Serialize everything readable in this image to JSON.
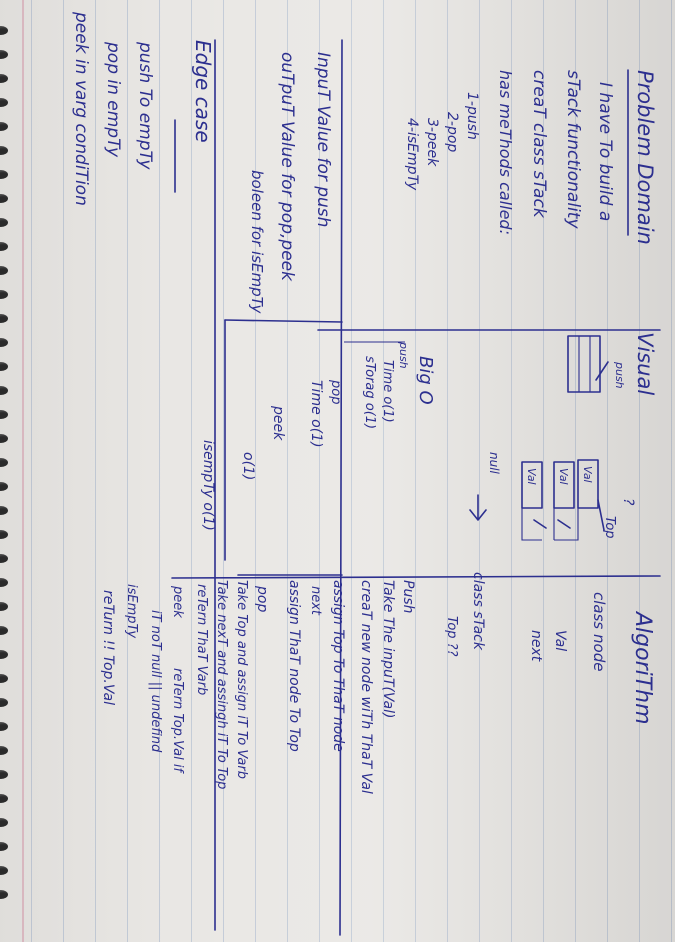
{
  "page": {
    "problem": {
      "title": "Problem Domain",
      "lines": [
        "I have To build a",
        "sTack functionality",
        "creaT class sTack",
        "has meThods called:",
        "1-push",
        "2-pop",
        "3-peek",
        "4-isEmpTy"
      ]
    },
    "io": {
      "input": "InpuT  Value for push",
      "output": "ouTpuT   Value for pop,peek",
      "output2": "boleen for isEmpTy"
    },
    "edge": {
      "title": "Edge case",
      "lines": [
        "push To empTy",
        "pop in empTy",
        "peek in varg condiTion"
      ]
    },
    "visual": {
      "title": "Visual",
      "push_label": "push",
      "node_labels": [
        "Val",
        "Val",
        "Val"
      ],
      "top_label": "Top",
      "question": "?",
      "null_label": "null",
      "bigo_title": "Big O",
      "bigo_push": [
        "push",
        "Time  o(1)",
        "sTorag  o(1)"
      ],
      "bigo_pop": [
        "pop",
        "Time o(1)"
      ],
      "bigo_peek": [
        "peek",
        "o(1)"
      ],
      "bigo_isempty": [
        "isempTy o(1)"
      ]
    },
    "algorithm": {
      "title": "AlgoriThm",
      "class_node": "class node",
      "node_fields": [
        "Val",
        "next"
      ],
      "class_stack": "class sTack",
      "stack_fields": [
        "Top ??"
      ],
      "push_title": "Push",
      "push_lines": [
        "Take The inpuT(Val)",
        "creaT new node wiTh ThaT Val",
        "assign Top To ThaT node",
        "next",
        "assign ThaT node To Top"
      ],
      "pop_title": "pop",
      "pop_lines": [
        "Take Top and assign iT To Varb",
        "Take nexT and assingh iT To Top",
        "reTern ThaT Varb"
      ],
      "peek_title": "peek",
      "peek_lines": [
        "reTern Top.Val if",
        "iT noT null || undefind"
      ],
      "isempty_title": "isEmpTy",
      "isempty_lines": [
        "reTurn !! Top.Val"
      ]
    }
  }
}
